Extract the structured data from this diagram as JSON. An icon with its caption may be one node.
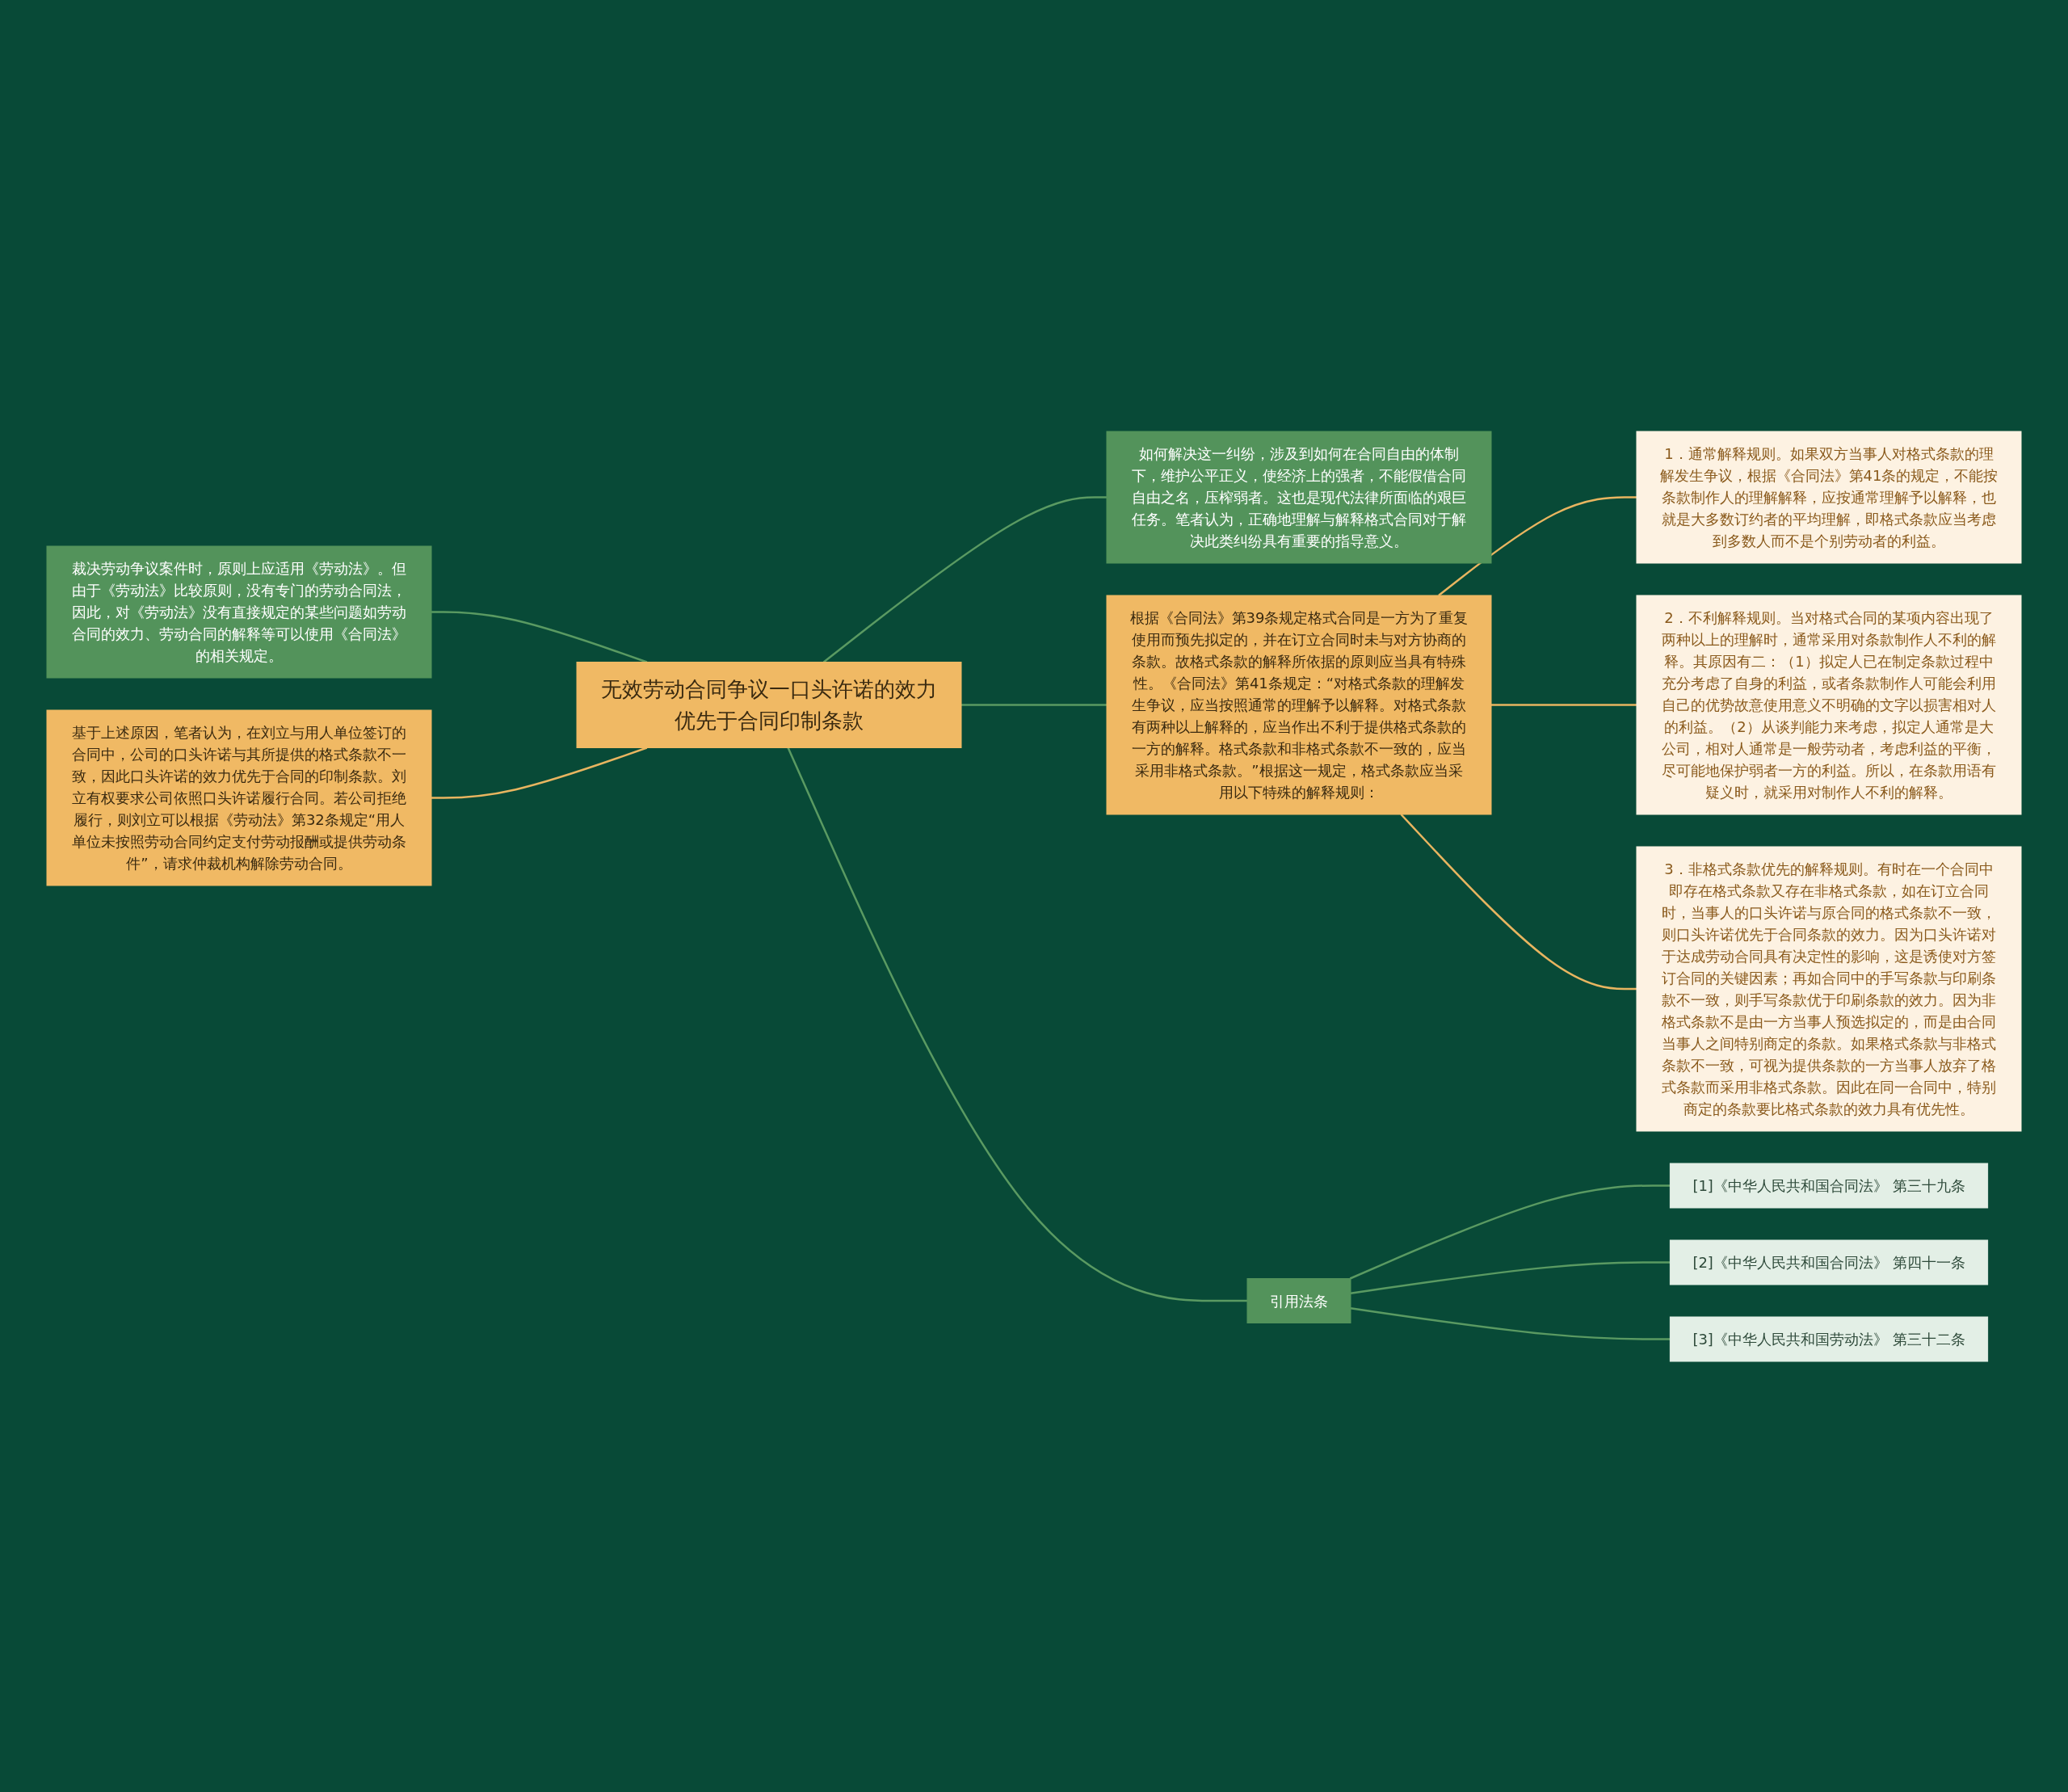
{
  "diagram": {
    "nodes": [
      {
        "text": [
          "无效劳动合同争议一口头许诺的效力优先于合同印制条款"
        ]
      },
      {
        "text": [
          "裁决劳动争议案件时，原则上应适用《劳动法》。但由于《劳动法》比较原则，没有专门的劳动合同法，因此，对《劳动法》没有直接规定的某些问题如劳动合同的效力、劳动合同的解释等可以使用《合同法》的相关规定。"
        ]
      },
      {
        "text": [
          "基于上述原因，笔者认为，在刘立与用人单位签订的合同中，公司的口头许诺与其所提供的格式条款不一致，因此口头许诺的效力优先于合同的印制条款。刘立有权要求公司依照口头许诺履行合同。若公司拒绝履行，则刘立可以根据《劳动法》第32条规定“用人单位未按照劳动合同约定支付劳动报酬或提供劳动条件”，请求仲裁机构解除劳动合同。"
        ]
      },
      {
        "text": [
          "如何解决这一纠纷，涉及到如何在合同自由的体制下，维护公平正义，使经济上的强者，不能假借合同自由之名，压榨弱者。这也是现代法律所面临的艰巨任务。笔者认为，正确地理解与解释格式合同对于解决此类纠纷具有重要的指导意义。"
        ]
      },
      {
        "text": [
          "根据《合同法》第39条规定格式合同是一方为了重复使用而预先拟定的，并在订立合同时未与对方协商的条款。故格式条款的解释所依据的原则应当具有特殊性。《合同法》第41条规定：“对格式条款的理解发生争议，应当按照通常的理解予以解释。对格式条款有两种以上解释的，应当作出不利于提供格式条款的一方的解释。格式条款和非格式条款不一致的，应当采用非格式条款。”根据这一规定，格式条款应当采用以下特殊的解释规则："
        ]
      },
      {
        "text": [
          "1．通常解释规则。如果双方当事人对格式条款的理解发生争议，根据《合同法》第41条的规定，不能按条款制作人的理解解释，应按通常理解予以解释，也就是大多数订约者的平均理解，即格式条款应当考虑到多数人而不是个别劳动者的利益。"
        ]
      },
      {
        "text": [
          "2．不利解释规则。当对格式合同的某项内容出现了两种以上的理解时，通常采用对条款制作人不利的解释。其原因有二：（1）拟定人已在制定条款过程中充分考虑了自身的利益，或者条款制作人可能会利用自己的优势故意使用意义不明确的文字以损害相对人的利益。（2）从谈判能力来考虑，拟定人通常是大公司，相对人通常是一般劳动者，考虑利益的平衡，尽可能地保护弱者一方的利益。所以，在条款用语有疑义时，就采用对制作人不利的解释。"
        ]
      },
      {
        "text": [
          "3．非格式条款优先的解释规则。有时在一个合同中即存在格式条款又存在非格式条款，如在订立合同时，当事人的口头许诺与原合同的格式条款不一致，则口头许诺优先于合同条款的效力。因为口头许诺对于达成劳动合同具有决定性的影响，这是诱使对方签订合同的关键因素；再如合同中的手写条款与印刷条款不一致，则手写条款优于印刷条款的效力。因为非格式条款不是由一方当事人预选拟定的，而是由合同当事人之间特别商定的条款。如果格式条款与非格式条款不一致，可视为提供条款的一方当事人放弃了格式条款而采用非格式条款。因此在同一合同中，特别商定的条款要比格式条款的效力具有优先性。"
        ]
      },
      {
        "text": [
          "引用法条"
        ]
      },
      {
        "text": [
          "[1]《中华人民共和国合同法》 第三十九条"
        ]
      },
      {
        "text": [
          "[2]《中华人民共和国合同法》 第四十一条"
        ]
      },
      {
        "text": [
          "[3]《中华人民共和国劳动法》 第三十二条"
        ]
      }
    ],
    "edges": [
      {
        "from": 1,
        "to": 0,
        "arrow": "none"
      },
      {
        "from": 2,
        "to": 0,
        "arrow": "none",
        "color": "#e8b560"
      },
      {
        "from": 0,
        "to": 3,
        "arrow": "none"
      },
      {
        "from": 0,
        "to": 4,
        "arrow": "none"
      },
      {
        "from": 0,
        "to": 8,
        "arrow": "none"
      },
      {
        "from": 4,
        "to": 5,
        "arrow": "none",
        "color": "#e8b560"
      },
      {
        "from": 4,
        "to": 6,
        "arrow": "none",
        "color": "#e8b560"
      },
      {
        "from": 4,
        "to": 7,
        "arrow": "none",
        "color": "#e8b560"
      },
      {
        "from": 8,
        "to": 9,
        "arrow": "none"
      },
      {
        "from": 8,
        "to": 10,
        "arrow": "none"
      },
      {
        "from": 8,
        "to": 11,
        "arrow": "none"
      }
    ]
  }
}
